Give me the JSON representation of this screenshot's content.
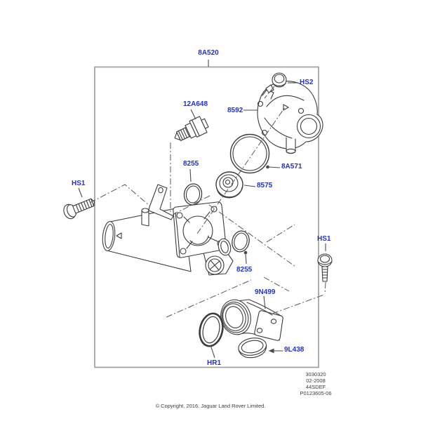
{
  "colors": {
    "callout_blue": "#2231d2",
    "line_art": "#3b3b3b",
    "frame_gray": "#9b9b9b"
  },
  "callouts": [
    {
      "text": "8A520"
    },
    {
      "text": "HS2"
    },
    {
      "text": "8592"
    },
    {
      "text": "12A648"
    },
    {
      "text": "8255"
    },
    {
      "text": "8A571"
    },
    {
      "text": "8575"
    },
    {
      "text": "HS1"
    },
    {
      "text": "8255"
    },
    {
      "text": "HS1"
    },
    {
      "text": "9N499"
    },
    {
      "text": "HR1"
    },
    {
      "text": "9L438"
    }
  ],
  "plate": {
    "lines": [
      "3030320",
      "02-2008",
      "44SDEF",
      "P0123605-06"
    ]
  },
  "footer": {
    "copyright": "© Copyright, 2016. Jaguar Land Rover Limited."
  }
}
